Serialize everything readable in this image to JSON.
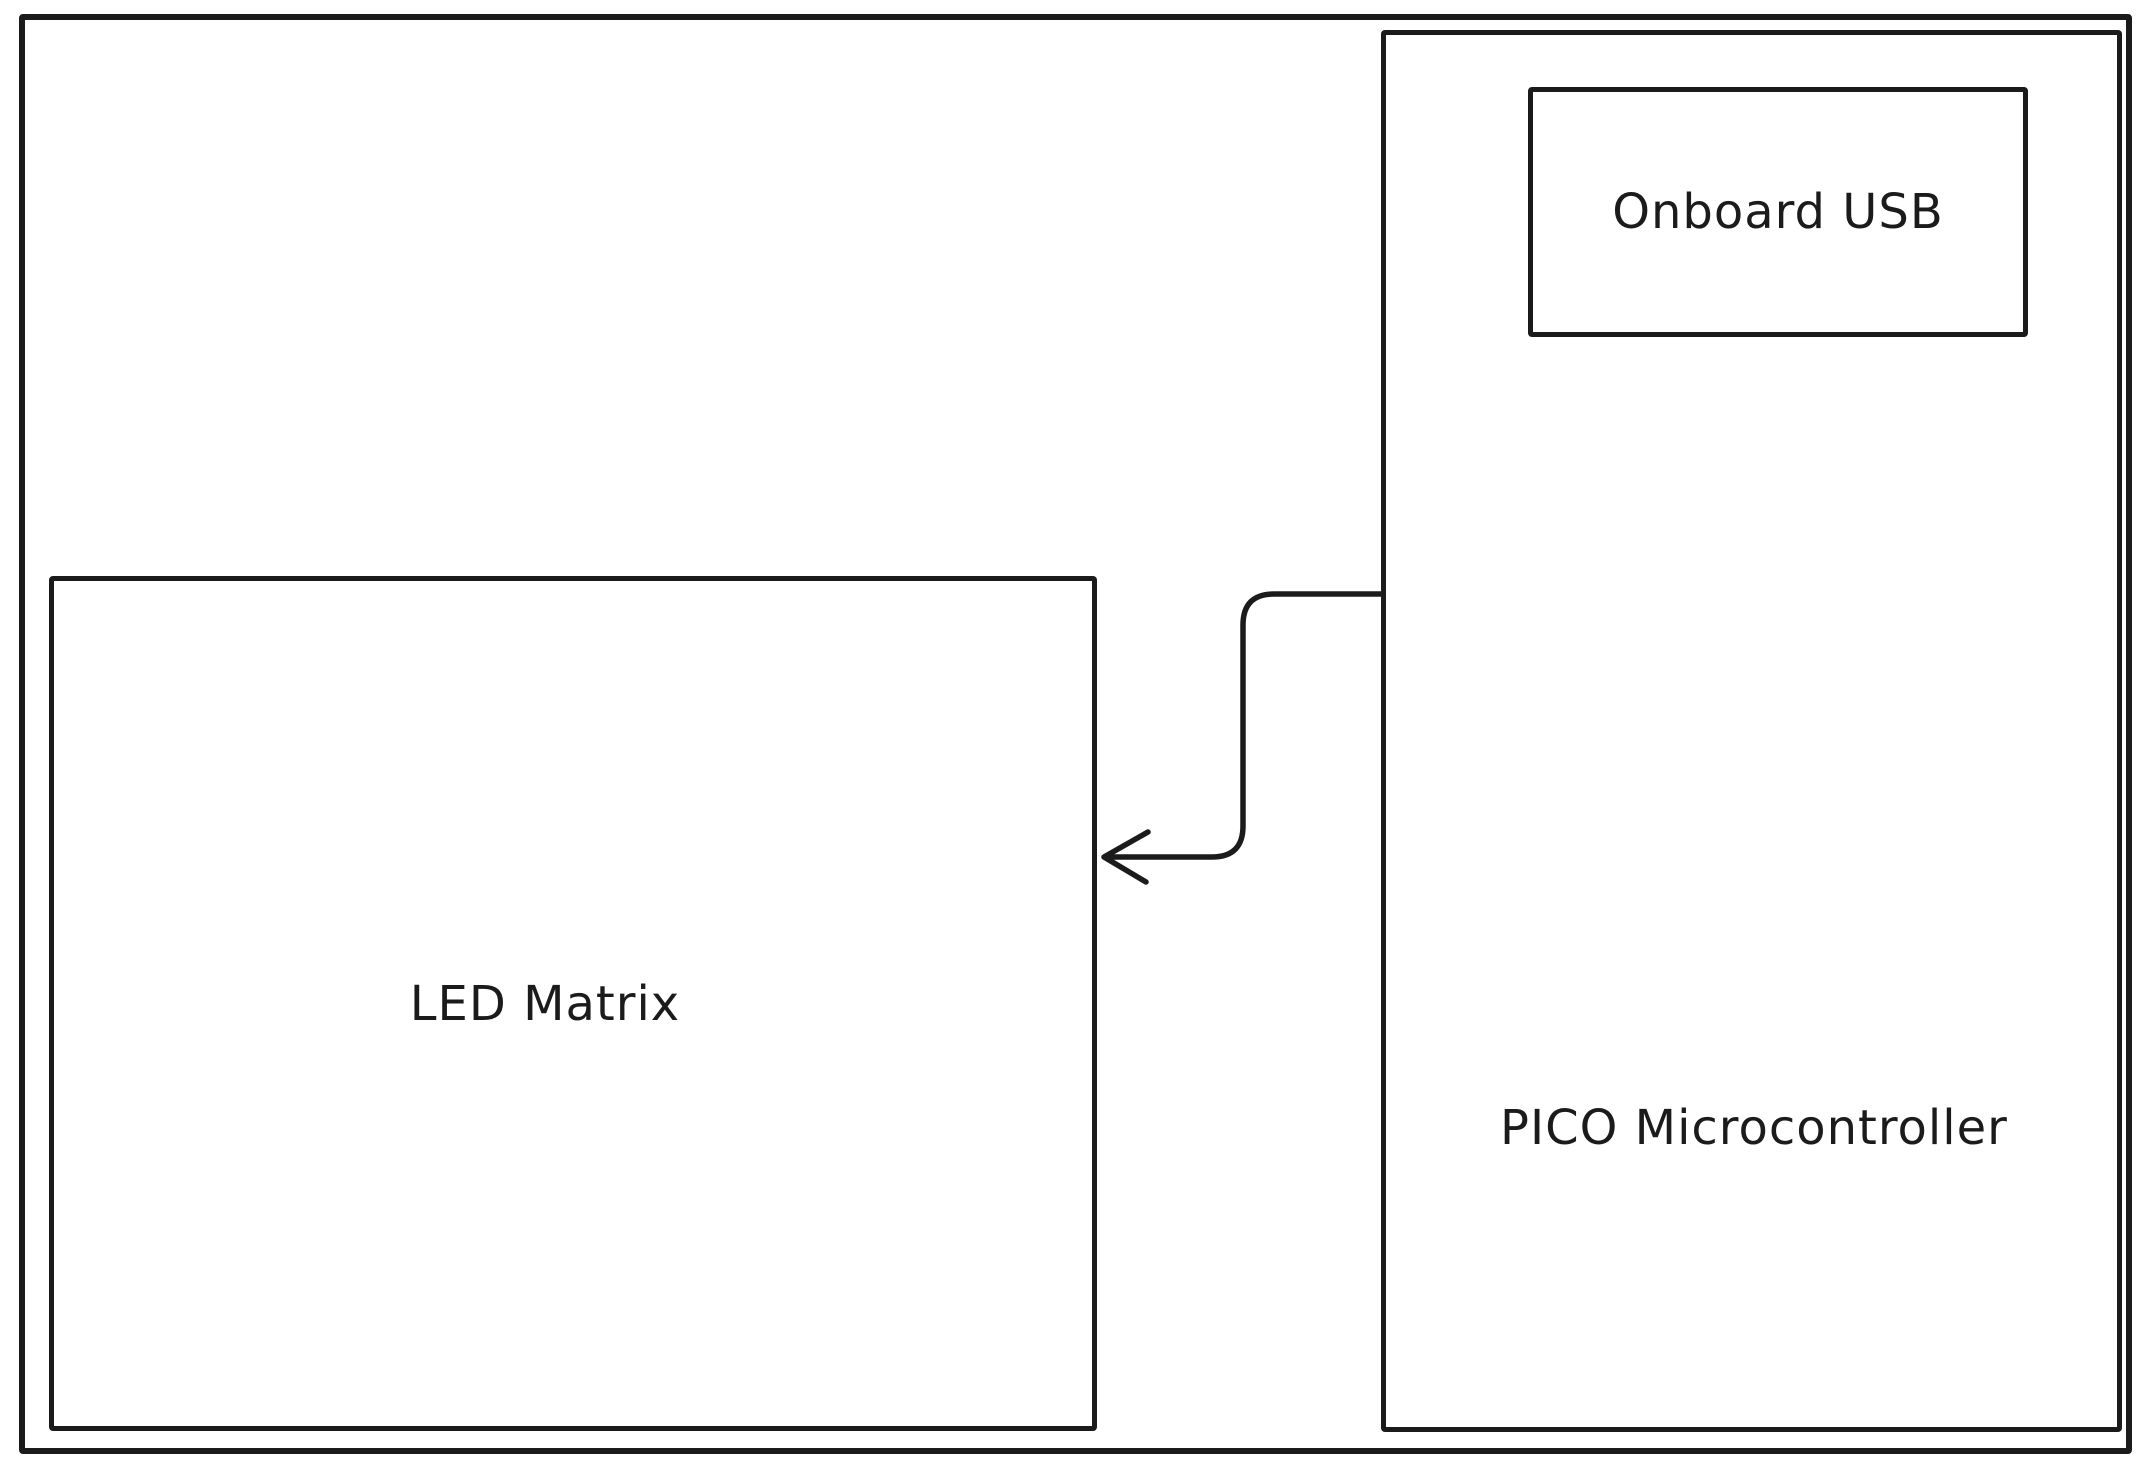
{
  "diagram": {
    "background_color": "#ffffff",
    "stroke_color": "#1b1b1b",
    "boxes": {
      "outer_frame": {
        "label": ""
      },
      "led_matrix": {
        "label": "LED Matrix"
      },
      "pico_microcontroller": {
        "label": "PICO Microcontroller"
      },
      "onboard_usb": {
        "label": "Onboard USB"
      }
    },
    "connectors": [
      {
        "from": "pico_microcontroller",
        "to": "led_matrix",
        "style": "elbow-arrow",
        "label": ""
      }
    ]
  }
}
